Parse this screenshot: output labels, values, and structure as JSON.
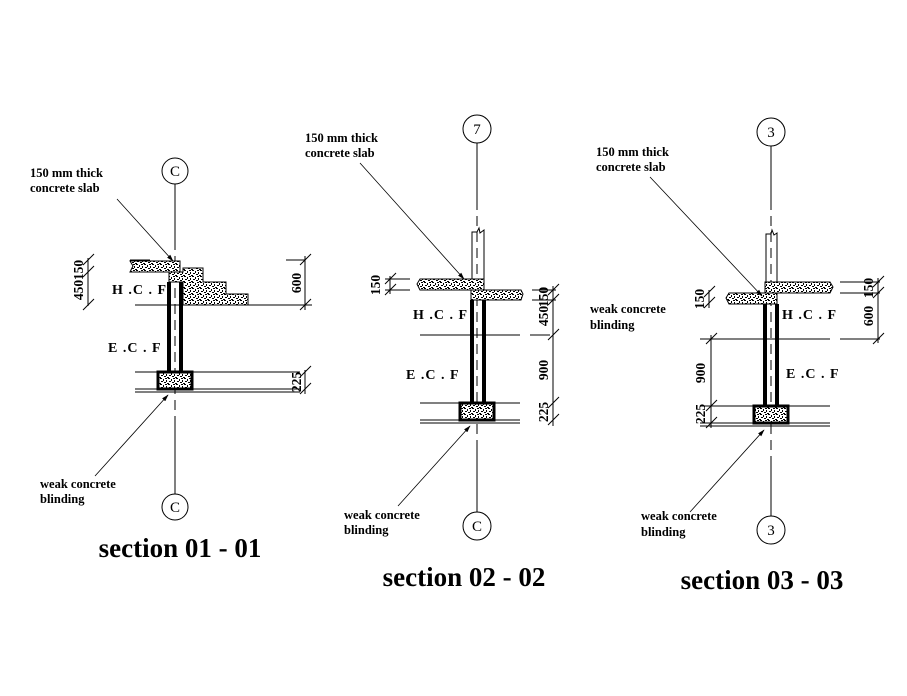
{
  "drawing": {
    "sections": [
      {
        "title": "section 01 - 01",
        "grid_top": "C",
        "grid_bottom": "C",
        "slab_note": [
          "150 mm thick",
          "concrete slab"
        ],
        "blinding_note": [
          "weak concrete",
          "blinding"
        ],
        "hcf_label": "H .C . F",
        "ecf_label": "E .C . F",
        "dims_left": [
          "150",
          "450"
        ],
        "dims_right": [
          "600",
          "225"
        ]
      },
      {
        "title": "section 02 - 02",
        "grid_top": "7",
        "grid_bottom": "C",
        "slab_note": [
          "150 mm thick",
          "concrete slab"
        ],
        "blinding_note": [
          "weak concrete",
          "blinding"
        ],
        "hcf_label": "H .C . F",
        "ecf_label": "E .C . F",
        "dims_left": [
          "150"
        ],
        "dims_right": [
          "150",
          "450",
          "900",
          "225"
        ]
      },
      {
        "title": "section 03 - 03",
        "grid_top": "3",
        "grid_bottom": "3",
        "slab_note": [
          "150 mm thick",
          "concrete slab"
        ],
        "blinding_note": [
          "weak concrete",
          "blinding"
        ],
        "hcf_label": "H .C . F",
        "ecf_label": "E .C . F",
        "dims_left": [
          "150",
          "900",
          "225"
        ],
        "dims_right": [
          "150",
          "600"
        ]
      }
    ]
  }
}
